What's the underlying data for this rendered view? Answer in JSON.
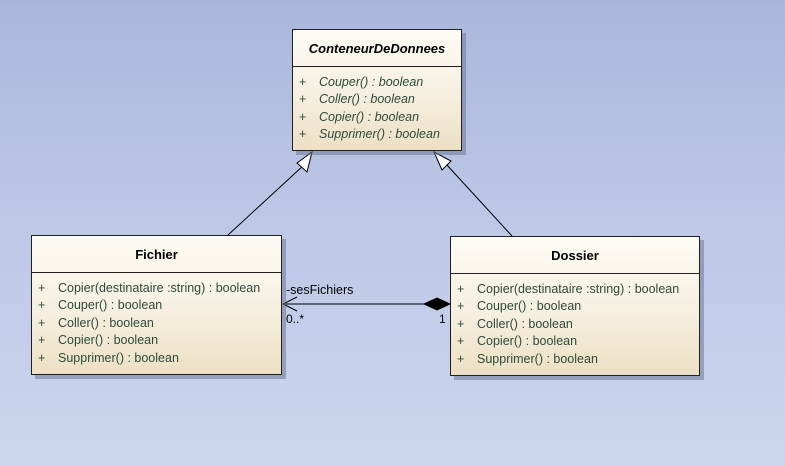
{
  "classes": {
    "conteneur": {
      "name": "ConteneurDeDonnees",
      "abstract": true,
      "operations": [
        {
          "vis": "+",
          "sig": "Couper() : boolean"
        },
        {
          "vis": "+",
          "sig": "Coller() : boolean"
        },
        {
          "vis": "+",
          "sig": "Copier() : boolean"
        },
        {
          "vis": "+",
          "sig": "Supprimer() : boolean"
        }
      ]
    },
    "fichier": {
      "name": "Fichier",
      "operations": [
        {
          "vis": "+",
          "sig": "Copier(destinataire :string) : boolean"
        },
        {
          "vis": "+",
          "sig": "Couper() : boolean"
        },
        {
          "vis": "+",
          "sig": "Coller() : boolean"
        },
        {
          "vis": "+",
          "sig": "Copier() : boolean"
        },
        {
          "vis": "+",
          "sig": "Supprimer() : boolean"
        }
      ]
    },
    "dossier": {
      "name": "Dossier",
      "operations": [
        {
          "vis": "+",
          "sig": "Copier(destinataire :string) : boolean"
        },
        {
          "vis": "+",
          "sig": "Couper() : boolean"
        },
        {
          "vis": "+",
          "sig": "Coller() : boolean"
        },
        {
          "vis": "+",
          "sig": "Copier() : boolean"
        },
        {
          "vis": "+",
          "sig": "Supprimer() : boolean"
        }
      ]
    }
  },
  "association": {
    "role": "-sesFichiers",
    "multiplicity_fichier": "0..*",
    "multiplicity_dossier": "1"
  }
}
